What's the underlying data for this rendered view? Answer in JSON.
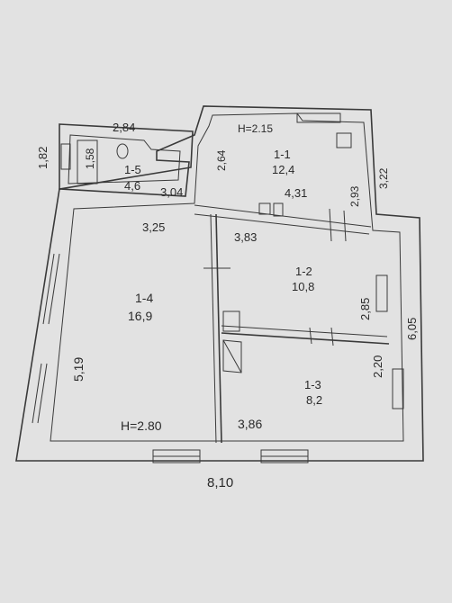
{
  "plan": {
    "overall_width": "8,10",
    "overall_depth": "6,05",
    "height_main": "H=2.80",
    "height_annex": "H=2.15",
    "rooms": [
      {
        "id": "1-1",
        "area": "12,4"
      },
      {
        "id": "1-2",
        "area": "10,8"
      },
      {
        "id": "1-3",
        "area": "8,2"
      },
      {
        "id": "1-4",
        "area": "16,9"
      },
      {
        "id": "1-5",
        "area": "4,6"
      }
    ],
    "dimensions": {
      "d_284": "2,84",
      "d_182": "1,82",
      "d_158": "1,58",
      "d_264": "2,64",
      "d_304": "3,04",
      "d_431": "4,31",
      "d_293": "2,93",
      "d_322": "3,22",
      "d_325": "3,25",
      "d_383": "3,83",
      "d_285": "2,85",
      "d_220": "2,20",
      "d_519": "5,19",
      "d_386": "3,86"
    }
  }
}
